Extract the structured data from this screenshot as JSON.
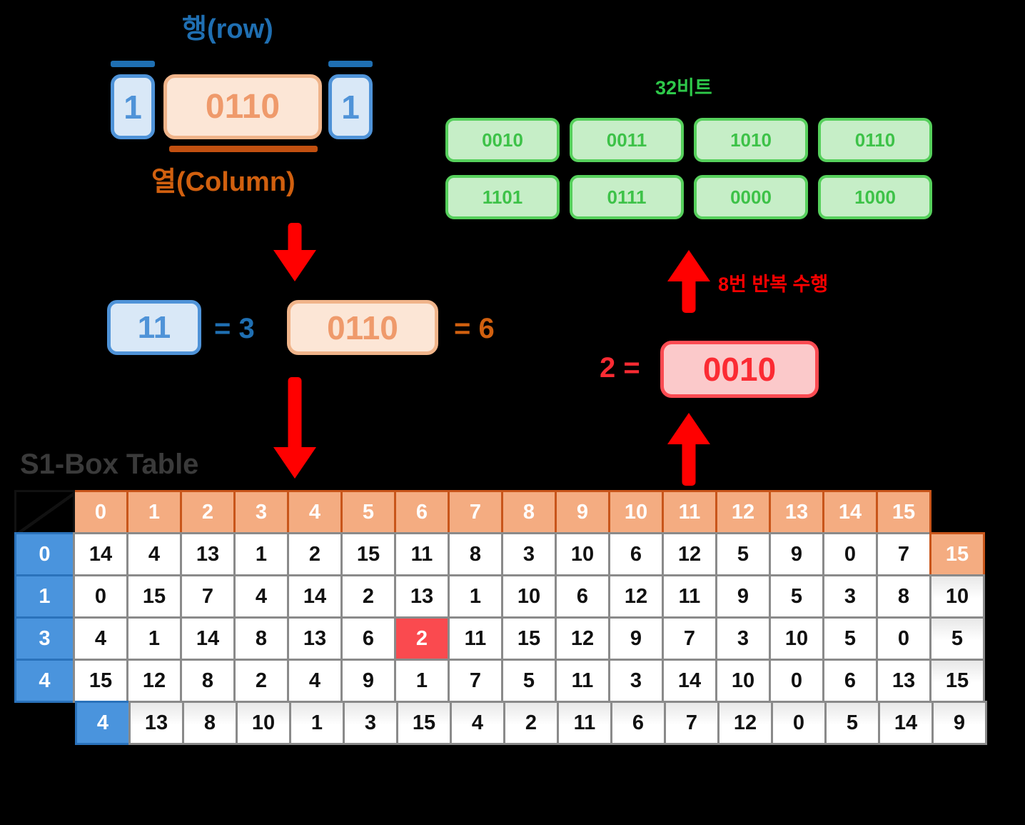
{
  "top_section": {
    "row_label": "행(row)",
    "column_label": "열(Column)",
    "left_bit": "1",
    "right_bit": "1",
    "middle_bits": "0110",
    "colors": {
      "blue": "#4f93d8",
      "orange": "#ef9a6b",
      "blue_dark": "#1f6fb2",
      "orange_dark": "#c25010"
    }
  },
  "bits32": {
    "title": "32비트",
    "color": "#2ec94a",
    "row1": [
      "0010",
      "0011",
      "1010",
      "0110"
    ],
    "row2": [
      "1101",
      "0111",
      "0000",
      "1000"
    ]
  },
  "decode": {
    "row_bits": "11",
    "row_equals": "= 3",
    "col_bits": "0110",
    "col_equals": "= 6"
  },
  "output": {
    "prefix": "2 =",
    "bits": "0010",
    "repeat_note": "8번 반복 수행",
    "color": "#fb2b33"
  },
  "chart_data": {
    "type": "table",
    "title": "S1-Box Table",
    "corner_label": "",
    "columns": [
      "0",
      "1",
      "2",
      "3",
      "4",
      "5",
      "6",
      "7",
      "8",
      "9",
      "10",
      "11",
      "12",
      "13",
      "14",
      "15"
    ],
    "row_headers": [
      "0",
      "1",
      "3",
      "4"
    ],
    "rows": [
      [
        "14",
        "4",
        "13",
        "1",
        "2",
        "15",
        "11",
        "8",
        "3",
        "10",
        "6",
        "12",
        "5",
        "9",
        "0",
        "7"
      ],
      [
        "0",
        "15",
        "7",
        "4",
        "14",
        "2",
        "13",
        "1",
        "10",
        "6",
        "12",
        "11",
        "9",
        "5",
        "3",
        "8"
      ],
      [
        "4",
        "1",
        "14",
        "8",
        "13",
        "6",
        "2",
        "11",
        "15",
        "12",
        "9",
        "7",
        "3",
        "10",
        "5",
        "0"
      ],
      [
        "15",
        "12",
        "8",
        "2",
        "4",
        "9",
        "1",
        "7",
        "5",
        "11",
        "3",
        "14",
        "10",
        "0",
        "6",
        "13"
      ]
    ],
    "overflow_column_header": "15",
    "overflow_column_values": [
      "10",
      "5",
      "15",
      "9"
    ],
    "tail_row_header": "4",
    "tail_row": [
      "13",
      "8",
      "10",
      "1",
      "3",
      "15",
      "4",
      "2",
      "11",
      "6",
      "7",
      "12",
      "0",
      "5",
      "14"
    ],
    "highlight": {
      "row": "3",
      "column": "6",
      "value": "2",
      "color": "#fa4a4f"
    },
    "header_color": "#f4ac81",
    "row_header_color": "#4a94dd"
  },
  "arrows": {
    "down_to_decode": "arrow-down",
    "down_to_table": "arrow-down",
    "up_to_output": "arrow-up",
    "up_to_bits32": "arrow-up"
  }
}
